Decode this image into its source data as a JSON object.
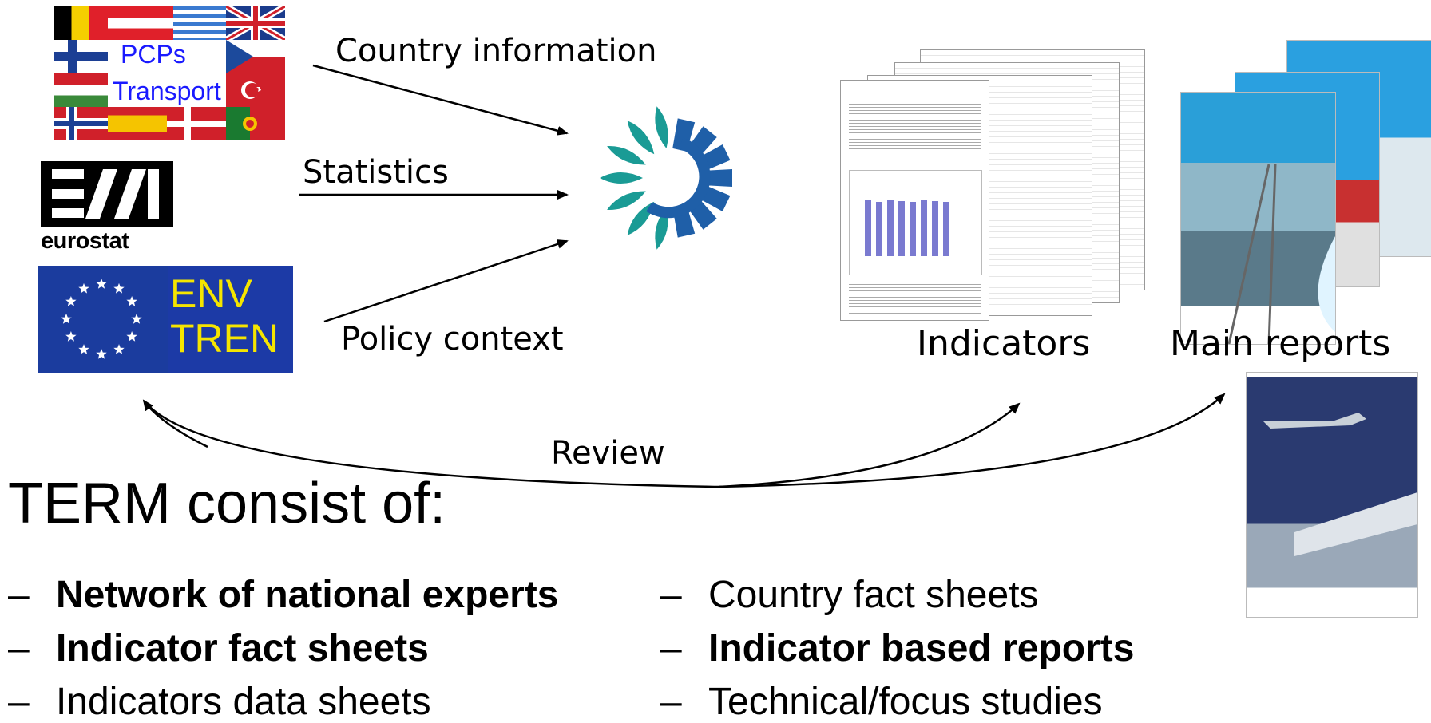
{
  "sources": {
    "flags_label_line1": "PCPs",
    "flags_label_line2": "Transport",
    "eurostat_word": "eurostat",
    "eu_line1": "ENV",
    "eu_line2": "TREN"
  },
  "flows": {
    "country_information": "Country information",
    "statistics": "Statistics",
    "policy_context": "Policy context",
    "review": "Review"
  },
  "outputs": {
    "indicators": "Indicators",
    "main_reports": "Main reports"
  },
  "heading": "TERM consist of:",
  "list_left": [
    {
      "text": "Network of national experts",
      "bold": true
    },
    {
      "text": "Indicator fact sheets",
      "bold": true
    },
    {
      "text": "Indicators data sheets",
      "bold": false
    }
  ],
  "list_right": [
    {
      "text": "Country fact sheets",
      "bold": false
    },
    {
      "text": "Indicator based reports",
      "bold": true
    },
    {
      "text": "Technical/focus studies",
      "bold": false
    }
  ],
  "dash": "–",
  "colors": {
    "eea_teal": "#1a9b95",
    "eea_blue": "#1f5fa8",
    "eu_blue": "#1c3aa6",
    "eu_yellow": "#f5e500",
    "pcp_blue": "#1a1aff"
  }
}
